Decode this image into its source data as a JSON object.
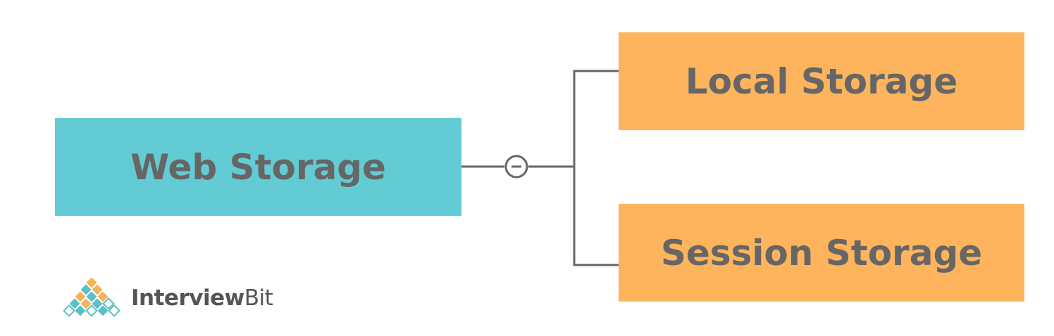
{
  "diagram": {
    "root": {
      "label": "Web Storage",
      "color": "#63CBD3"
    },
    "children": [
      {
        "label": "Local Storage",
        "color": "#FDB45C"
      },
      {
        "label": "Session Storage",
        "color": "#FDB45C"
      }
    ],
    "connector_color": "#666666",
    "collapse_symbol": "−"
  },
  "logo": {
    "name_bold": "Interview",
    "name_regular": "Bit",
    "colors": [
      "#5BC0C8",
      "#F6B35A",
      "#A9A9A9"
    ]
  }
}
